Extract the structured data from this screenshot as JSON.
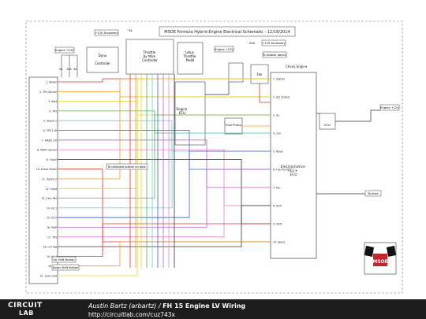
{
  "title": "MSOE Formula Hybrid Engine Electrical Schematic - 12/18/2014",
  "labels": {
    "v12_acc": "+12V Accessory",
    "a5": "5A",
    "v12_acc_top": "+12V Accessory",
    "fuse20": "20A",
    "engine_12v": "Engine +12V",
    "to_master": "To master switch",
    "dyno": "Dyno",
    "controller": "Controller",
    "dbw": "Throttle\nby Wire\nController",
    "lotus": "Lotus\nThrottle\nPedal",
    "engine_ecu": "Engine\nECU",
    "fuel_pump": "Fuel Pump",
    "fan": "Fan",
    "check_engine": "Check Engine",
    "ecu_relay": "ECU",
    "electromotive": "Electromotive\nTEC+\nECU",
    "to_calibrate": "To calibrate button on dash",
    "ecu_label": "ECU",
    "engine_label": "Engine",
    "upshift": "Up Shift Button",
    "downshift": "Down Shift Button",
    "to_dash": "To dash"
  },
  "fuses_left": [
    "5A",
    "10A",
    "3A"
  ],
  "connector_left_pins": [
    "Power",
    "TPS Sensor",
    "Batt",
    "TPS",
    "Speed 1",
    "TPS 1 HI",
    "MAP/1.5V",
    "MAP2 Sensor",
    "Crank",
    "Knock Power",
    "Speed 2",
    "Input",
    "Cam Pos",
    "Inj 1",
    "Inj 2",
    "MAP",
    "TPS",
    "CLT Sig",
    "Inj 3",
    "IAT",
    "Sens Gnd"
  ],
  "connector_right_pins": [
    "Starter",
    "Ign Output",
    "Inj",
    "Coil",
    "Relay",
    "Fuel Pump",
    "Fan",
    "Tach",
    "Shift",
    "Spare"
  ],
  "footer": {
    "logo_top": "CIRCUIT",
    "logo_bottom": "LAB",
    "author": "Austin Bartz (arbartz)",
    "project": "FH 15 Engine LV Wiring",
    "url": "http://circuitlab.com/cuz743x"
  },
  "colors": {
    "wire_red": "#e8322a",
    "wire_orange": "#f29b1f",
    "wire_yellow": "#e8d624",
    "wire_green": "#55b548",
    "wire_cyan": "#5fd3e4",
    "wire_blue": "#3f5fcf",
    "wire_purple": "#b35fd6",
    "wire_pink": "#f07ec8",
    "wire_black": "#333333",
    "frame": "#555555",
    "footer_bg": "#1d1d1d"
  }
}
